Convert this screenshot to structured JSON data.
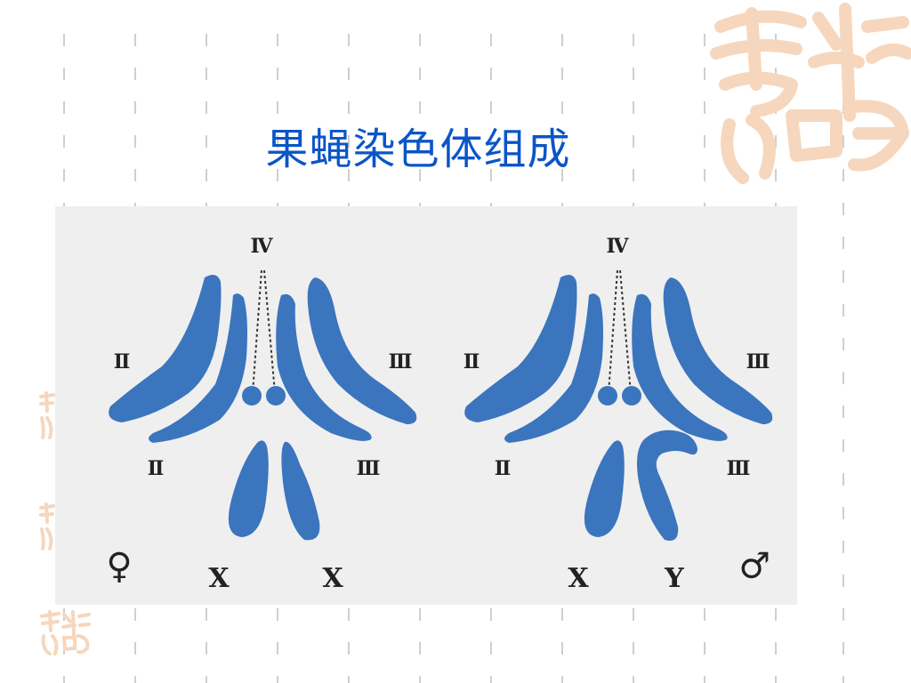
{
  "slide": {
    "title": "果蝇染色体组成"
  },
  "diagram": {
    "female": {
      "labels": {
        "iv": "Ⅳ",
        "ii_upper": "Ⅱ",
        "ii_lower": "Ⅱ",
        "iii_upper": "Ⅲ",
        "iii_lower": "Ⅲ",
        "x_left": "X",
        "x_right": "X",
        "symbol": "♀"
      }
    },
    "male": {
      "labels": {
        "iv": "Ⅳ",
        "ii_upper": "Ⅱ",
        "ii_lower": "Ⅱ",
        "iii_upper": "Ⅲ",
        "iii_lower": "Ⅲ",
        "x": "X",
        "y": "Y",
        "symbol": "♂"
      }
    }
  },
  "colors": {
    "chromosome": "#3b75bd",
    "title": "#0a55c8",
    "panel": "#efefef",
    "decoration": "#f6d7bd"
  }
}
